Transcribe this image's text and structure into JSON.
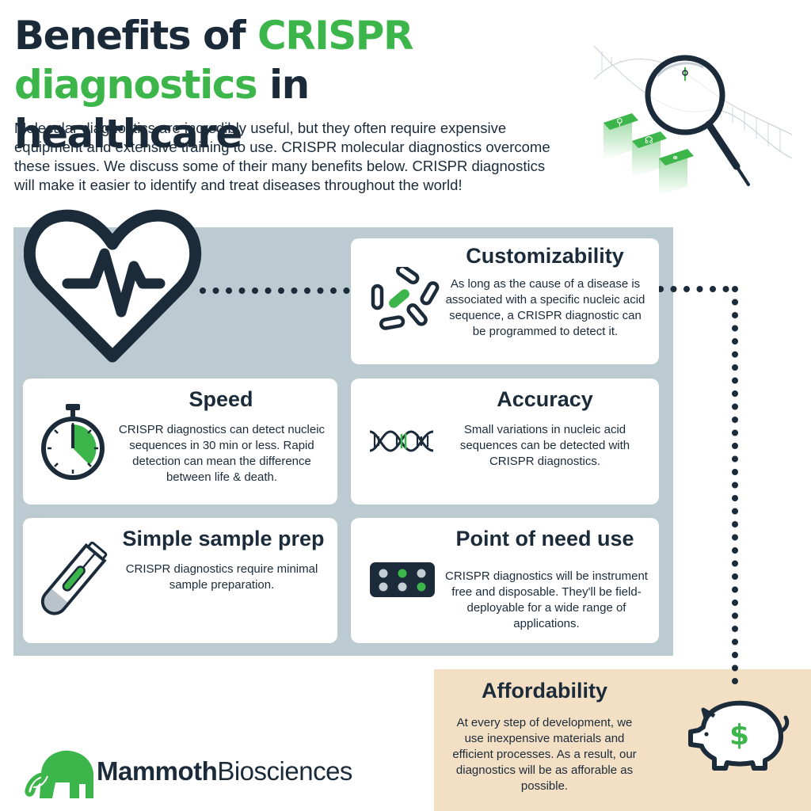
{
  "header": {
    "title_part1": "Benefits of ",
    "title_highlight1": "CRISPR",
    "title_highlight2": "diagnostics",
    "title_part2": " in healthcare",
    "intro": "Molecular diagnostics are incredibly useful, but they often require expensive equipment and extensive training to use. CRISPR molecular diagnostics overcome these issues. We discuss some of their many benefits below. CRISPR diagnostics will make it easier to identify and treat diseases throughout the world!"
  },
  "benefits": {
    "customizability": {
      "title": "Customizability",
      "text": "As long as the cause of a disease is associated with a specific nucleic acid sequence, a CRISPR diagnostic can be programmed to detect it.",
      "icon": "bacteria-icon"
    },
    "speed": {
      "title": "Speed",
      "text": "CRISPR diagnostics can detect nucleic sequences in 30 min or less. Rapid detection can mean the difference between life & death.",
      "icon": "stopwatch-icon"
    },
    "accuracy": {
      "title": "Accuracy",
      "text": "Small variations in nucleic acid sequences can be detected with CRISPR diagnostics.",
      "icon": "dna-icon"
    },
    "sample_prep": {
      "title": "Simple sample prep",
      "text": "CRISPR diagnostics require minimal sample preparation.",
      "icon": "test-tube-icon"
    },
    "point_of_need": {
      "title": "Point of need use",
      "text": "CRISPR diagnostics will be instrument free and disposable. They'll be field-deployable for a wide range of applications.",
      "icon": "sample-plate-icon"
    },
    "affordability": {
      "title": "Affordability",
      "text": "At every step of development, we use inexpensive materials and efficient processes. As a result, our diagnostics will be as afforable as possible.",
      "icon": "piggy-bank-icon",
      "symbol": "$"
    }
  },
  "brand": {
    "name_bold": "Mammoth",
    "name_regular": "Biosciences"
  },
  "colors": {
    "navy": "#1b2b3a",
    "green": "#3cb54a",
    "gray_panel": "#bccbd1",
    "tan_panel": "#f2dfc4"
  }
}
